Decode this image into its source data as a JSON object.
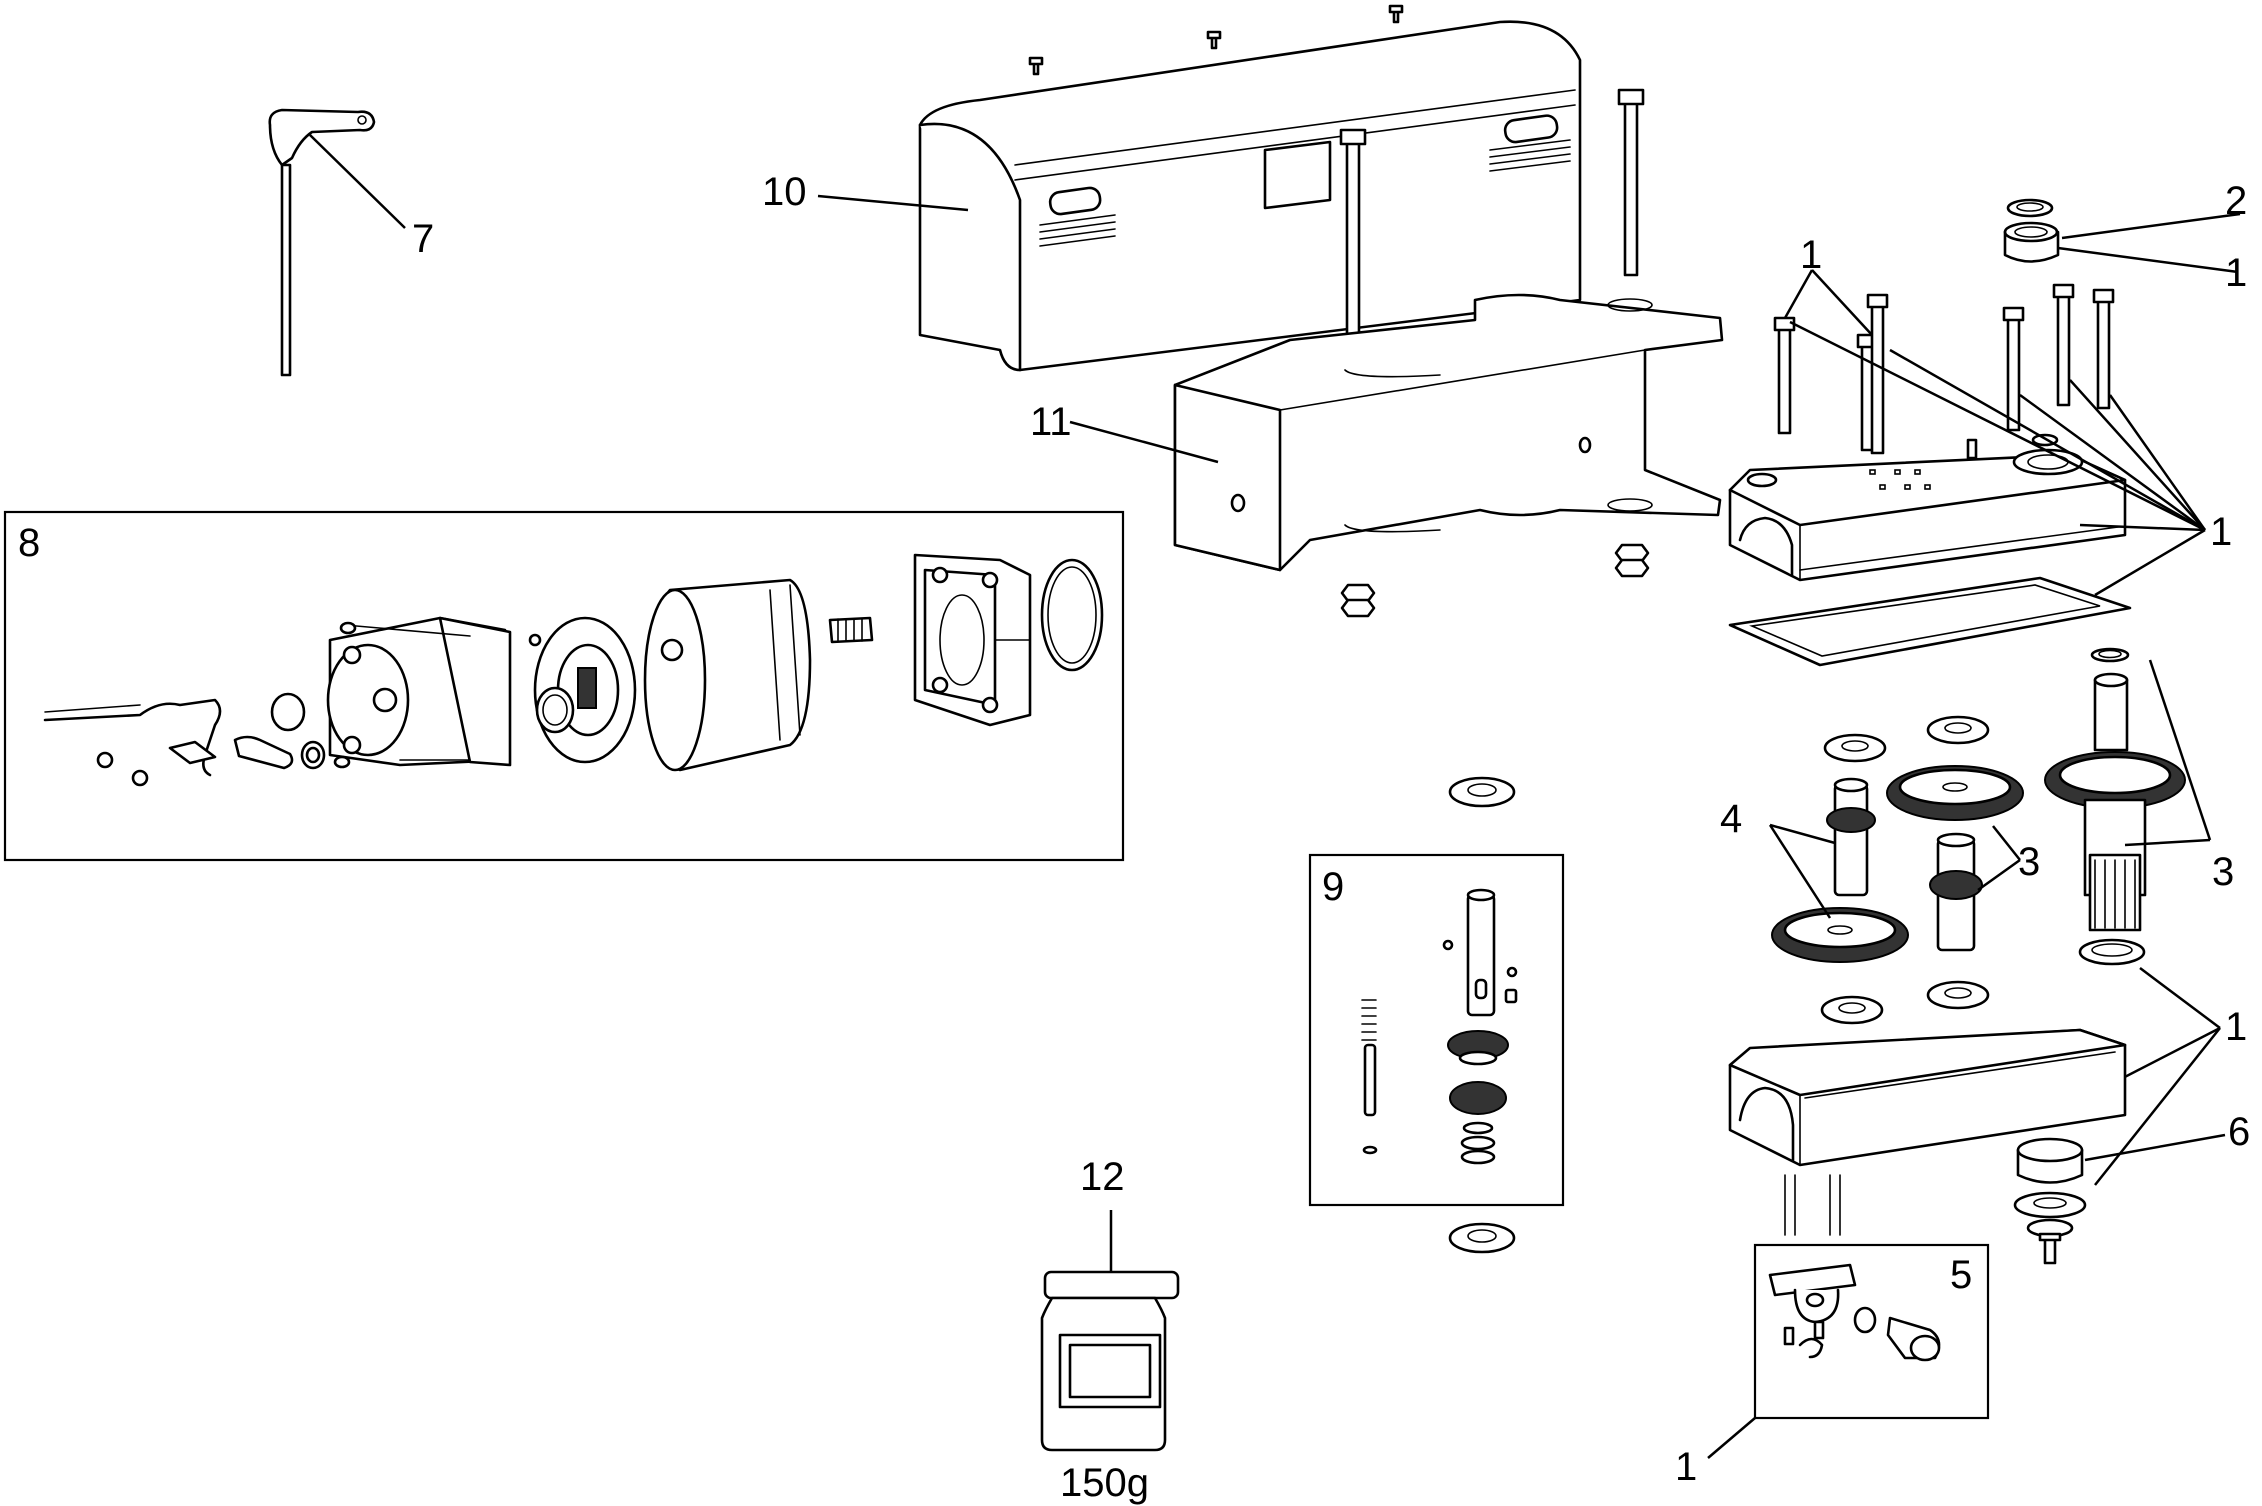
{
  "callouts": {
    "cover": "10",
    "base_plate": "11",
    "hex_key": "7",
    "motor_kit": "8",
    "drive_shaft_kit": "9",
    "grease": "12",
    "bushing_top": "2",
    "screws_top_left": "1",
    "bushing_ring_right": "1",
    "screws_right": "1",
    "gear_pair_left": "4",
    "gear_center": "3",
    "output_shaft": "3",
    "seal_ring_lower": "1",
    "foot_bushing": "6",
    "bracket_kit": "5",
    "bracket_kit_number": "1"
  },
  "grease_weight": "150g"
}
